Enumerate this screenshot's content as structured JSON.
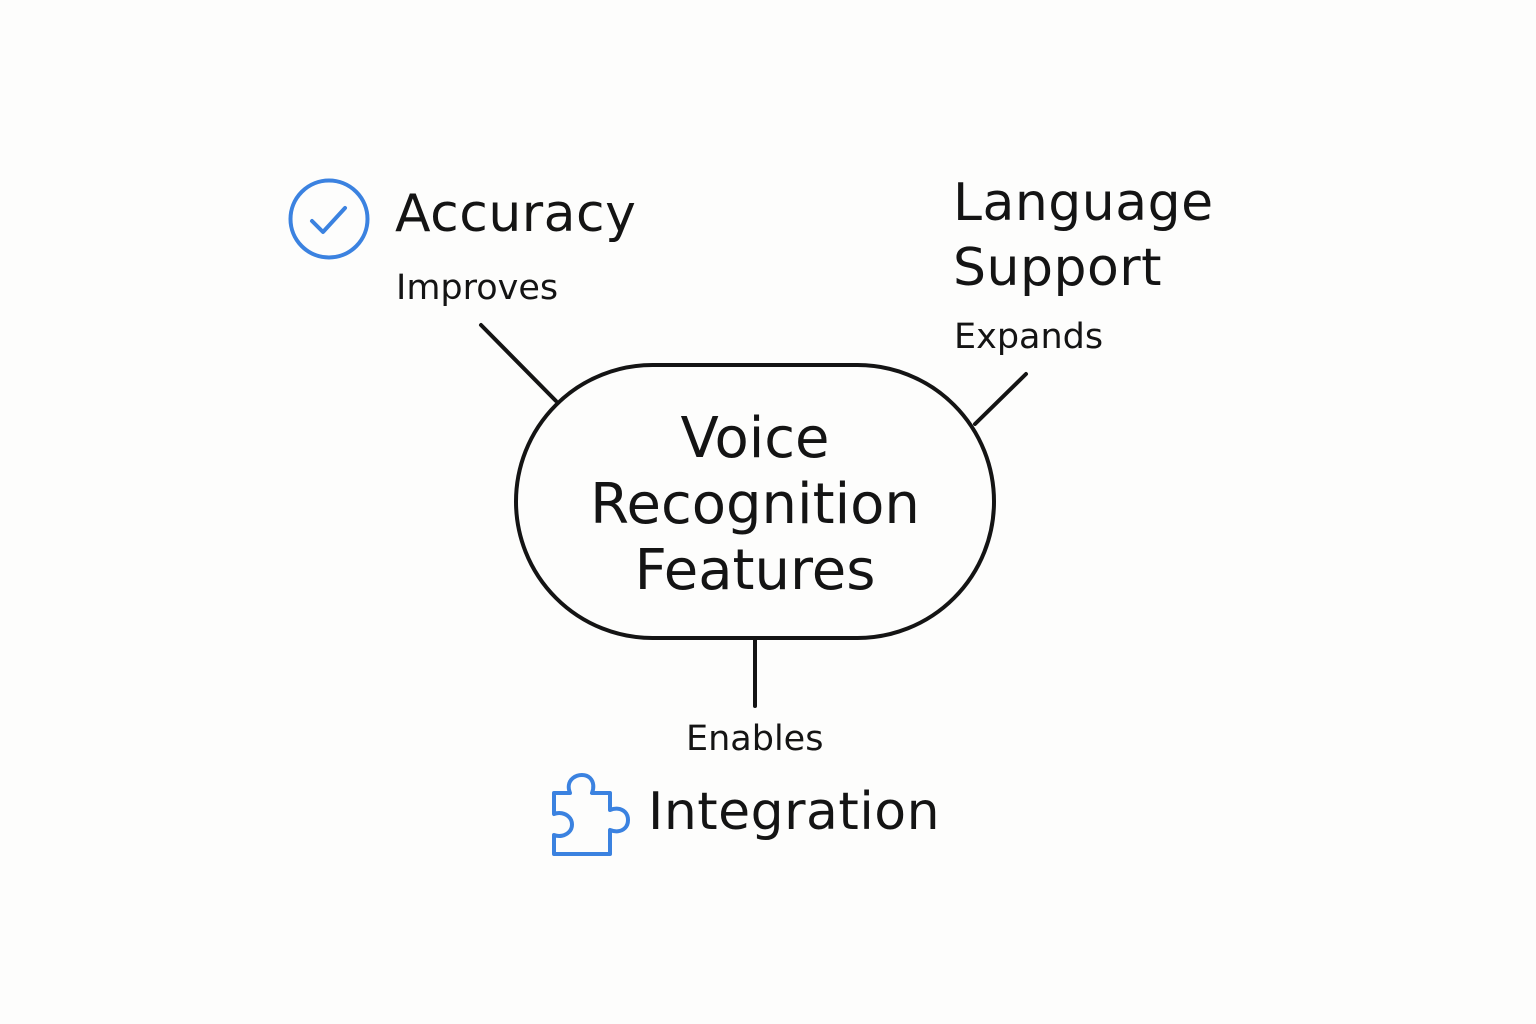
{
  "center": {
    "lines": [
      "Voice",
      "Recognition",
      "Features"
    ]
  },
  "nodes": {
    "accuracy": {
      "title": "Accuracy",
      "edge_label": "Improves",
      "icon": "check-circle-icon"
    },
    "language": {
      "title_lines": [
        "Language",
        "Support"
      ],
      "edge_label": "Expands"
    },
    "integration": {
      "title": "Integration",
      "edge_label": "Enables",
      "icon": "puzzle-piece-icon"
    }
  },
  "colors": {
    "accent": "#3b82e0",
    "stroke": "#141414",
    "background": "#fdfdfc"
  }
}
